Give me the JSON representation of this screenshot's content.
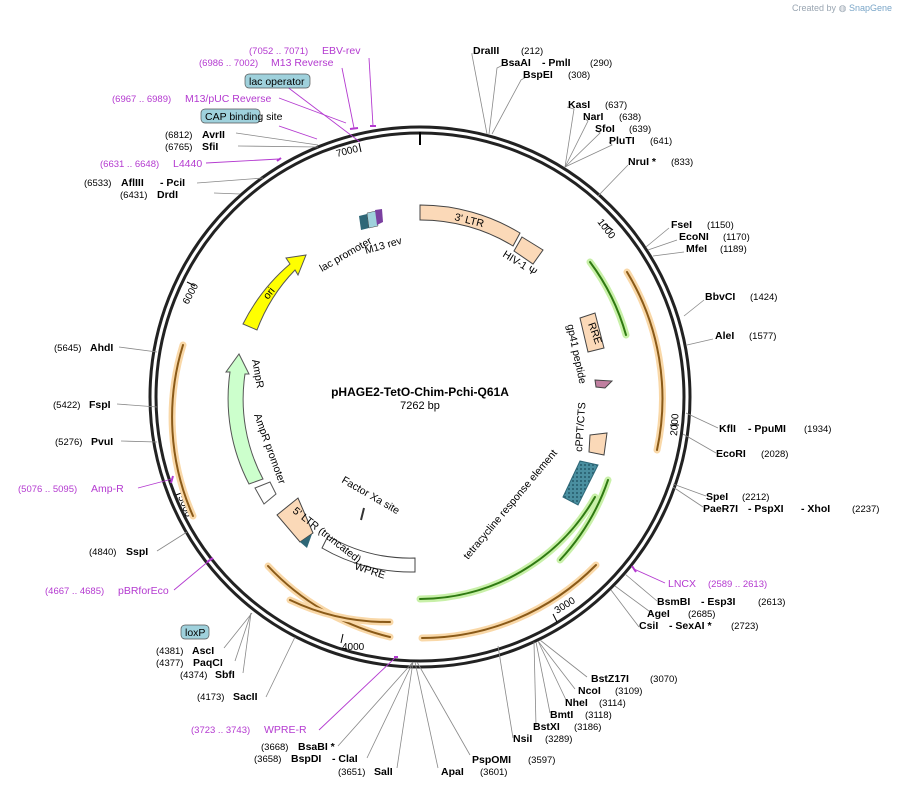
{
  "header": {
    "credit_prefix": "Created by",
    "credit_brand": "SnapGene"
  },
  "plasmid": {
    "name": "pHAGE2-TetO-Chim-Pchi-Q61A",
    "size": "7262 bp"
  },
  "scale_ticks": [
    "1000",
    "2000",
    "3000",
    "4000",
    "5000",
    "6000",
    "7000"
  ],
  "enzymes": {
    "draiii": "DraIII",
    "draiii_pos": "(212)",
    "bsaai": "BsaAI",
    "pmli": "- PmlI",
    "bsaai_pos": "(290)",
    "bspei": "BspEI",
    "bspei_pos": "(308)",
    "kasi": "KasI",
    "kasi_pos": "(637)",
    "nari": "NarI",
    "nari_pos": "(638)",
    "sfoi": "SfoI",
    "sfoi_pos": "(639)",
    "pluti": "PluTI",
    "pluti_pos": "(641)",
    "nrui": "NruI *",
    "nrui_pos": "(833)",
    "fsei": "FseI",
    "fsei_pos": "(1150)",
    "econi": "EcoNI",
    "econi_pos": "(1170)",
    "mfei": "MfeI",
    "mfei_pos": "(1189)",
    "bbvci": "BbvCI",
    "bbvci_pos": "(1424)",
    "alei": "AleI",
    "alei_pos": "(1577)",
    "kfli": "KflI",
    "ppumi": "- PpuMI",
    "kfli_pos": "(1934)",
    "ecori": "EcoRI",
    "ecori_pos": "(2028)",
    "spei": "SpeI",
    "spei_pos": "(2212)",
    "paer7i": "PaeR7I",
    "pspxi": "- PspXI",
    "xhoi": "- XhoI",
    "xhoi_pos": "(2237)",
    "bsmbi": "BsmBI",
    "esp3i": "- Esp3I",
    "bsmbi_pos": "(2613)",
    "agei": "AgeI",
    "agei_pos": "(2685)",
    "csii": "CsiI",
    "sexai": "- SexAI *",
    "csii_pos": "(2723)",
    "bstz17i": "BstZ17I",
    "bstz17i_pos": "(3070)",
    "ncoi": "NcoI",
    "ncoi_pos": "(3109)",
    "nhei": "NheI",
    "nhei_pos": "(3114)",
    "bmti": "BmtI",
    "bmti_pos": "(3118)",
    "bstxi": "BstXI",
    "bstxi_pos": "(3186)",
    "nsii": "NsiI",
    "nsii_pos": "(3289)",
    "pspomi": "PspOMI",
    "pspomi_pos": "(3597)",
    "apai": "ApaI",
    "apai_pos": "(3601)",
    "bsabi": "BsaBI *",
    "bsabi_pos": "(3668)",
    "bspdi": "BspDI",
    "clai": "- ClaI",
    "bspdi_pos": "(3658)",
    "sali": "SalI",
    "sali_pos": "(3651)",
    "sacii": "SacII",
    "sacii_pos": "(4173)",
    "asci": "AscI",
    "asci_pos": "(4381)",
    "paqci": "PaqCI",
    "paqci_pos": "(4377)",
    "sbfi": "SbfI",
    "sbfi_pos": "(4374)",
    "sspi": "SspI",
    "sspi_pos": "(4840)",
    "pvui": "PvuI",
    "pvui_pos": "(5276)",
    "fspi": "FspI",
    "fspi_pos": "(5422)",
    "ahdi": "AhdI",
    "ahdi_pos": "(5645)",
    "drdi": "DrdI",
    "drdi_pos": "(6431)",
    "afliii": "AflIII",
    "pcii": "- PciI",
    "afliii_pos": "(6533)",
    "sfii": "SfiI",
    "sfii_pos": "(6765)",
    "avrii": "AvrII",
    "avrii_pos": "(6812)"
  },
  "primers": {
    "ebv_rev_pos": "(7052 .. 7071)",
    "ebv_rev": "EBV-rev",
    "m13_reverse_pos": "(6986 .. 7002)",
    "m13_reverse": "M13 Reverse",
    "m13_puc_reverse_pos": "(6967 .. 6989)",
    "m13_puc_reverse": "M13/pUC Reverse",
    "l4440_pos": "(6631 .. 6648)",
    "l4440": "L4440",
    "lncx": "LNCX",
    "lncx_pos": "(2589 .. 2613)",
    "amp_r_pos": "(5076 .. 5095)",
    "amp_r": "Amp-R",
    "pbrforeco_pos": "(4667 .. 4685)",
    "pbrforeco": "pBRforEco",
    "wpre_r_pos": "(3723 .. 3743)",
    "wpre_r": "WPRE-R"
  },
  "boxed_features": {
    "lac_operator": "lac operator",
    "cap_binding_site": "CAP binding site",
    "loxp": "loxP"
  },
  "features": {
    "ltr3": "3' LTR",
    "hiv1_psi": "HIV-1 Ψ",
    "rre": "RRE",
    "gp41": "gp41 peptide",
    "cppt": "cPPT/CTS",
    "tre": "tetracycline response element",
    "factor_xa": "Factor Xa site",
    "wpre": "WPRE",
    "ltr5": "5' LTR (truncated)",
    "ampr_promoter": "AmpR promoter",
    "ampr": "AmpR",
    "ori": "ori",
    "lac_promoter": "lac promoter",
    "m13_rev": "M13 rev"
  },
  "colors": {
    "backbone": "#222222",
    "primer": "#b43ad0",
    "ltr_fill": "#fbd9b8",
    "ori_fill": "#ffff00",
    "ampr_fill": "#ccffcc",
    "orf_arrow": "#f5a623",
    "green_arrow": "#6ad62a",
    "box_fill": "#9fd1dc"
  }
}
